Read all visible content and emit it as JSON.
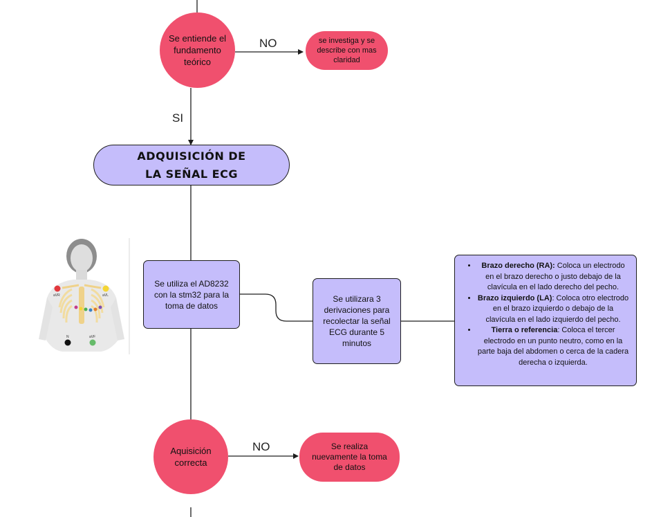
{
  "nodes": {
    "decision1": "Se entiende el fundamento teórico",
    "no_branch1": "se investiga y se describe con mas claridad",
    "title": "ADQUISICIÓN DE\nLA SEÑAL ECG",
    "hardware": "Se utiliza el AD8232 con la stm32 para la toma de datos",
    "leads": "Se utilizara 3 derivaciones para recolectar la señal ECG durante 5 minutos",
    "decision2": "Aquisición correcta",
    "no_branch2": "Se realiza nuevamente la toma de datos"
  },
  "edge_labels": {
    "no1": "NO",
    "si": "SI",
    "no2": "NO"
  },
  "electrodes": [
    {
      "term": "Brazo derecho (RA):",
      "text": " Coloca un electrodo en el brazo derecho o justo debajo de la clavícula en el lado derecho del pecho."
    },
    {
      "term": "Brazo izquierdo (LA)",
      "text": ": Coloca otro electrodo en el brazo izquierdo o debajo de la clavícula en el lado izquierdo del pecho."
    },
    {
      "term": "Tierra o referencia",
      "text": ": Coloca el tercer electrodo en un punto neutro, como en la parte baja del abdomen o cerca de la cadera derecha o izquierda."
    }
  ],
  "figure_labels": {
    "avr": "aVR",
    "avl": "aVL",
    "n": "N",
    "avf": "aVF"
  },
  "colors": {
    "decision_fill": "#f0506e",
    "process_fill": "#c5bdfb",
    "line": "#1d1d1d"
  }
}
